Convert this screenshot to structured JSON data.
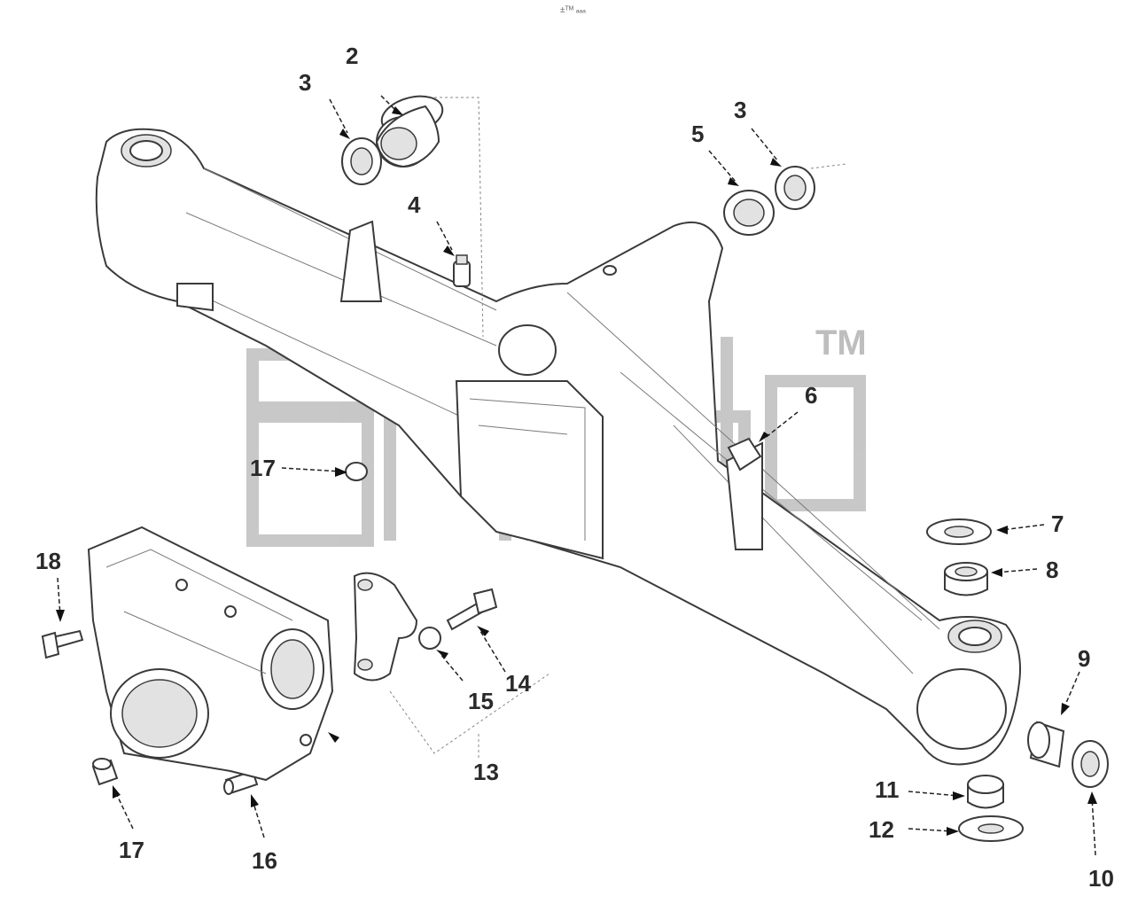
{
  "header_tag": "±ᵀᴹ ₐₐₐ",
  "watermark": {
    "text": "ᴀᴍ",
    "trademark": "TM"
  },
  "callouts": [
    {
      "id": "c2a",
      "label": "2"
    },
    {
      "id": "c3a",
      "label": "3"
    },
    {
      "id": "c3b",
      "label": "3"
    },
    {
      "id": "c4",
      "label": "4"
    },
    {
      "id": "c5",
      "label": "5"
    },
    {
      "id": "c6",
      "label": "6"
    },
    {
      "id": "c7",
      "label": "7"
    },
    {
      "id": "c8",
      "label": "8"
    },
    {
      "id": "c9",
      "label": "9"
    },
    {
      "id": "c10",
      "label": "10"
    },
    {
      "id": "c11",
      "label": "11"
    },
    {
      "id": "c12",
      "label": "12"
    },
    {
      "id": "c13",
      "label": "13"
    },
    {
      "id": "c14",
      "label": "14"
    },
    {
      "id": "c15",
      "label": "15"
    },
    {
      "id": "c16",
      "label": "16"
    },
    {
      "id": "c17a",
      "label": "17"
    },
    {
      "id": "c17b",
      "label": "17"
    },
    {
      "id": "c18",
      "label": "18"
    }
  ]
}
